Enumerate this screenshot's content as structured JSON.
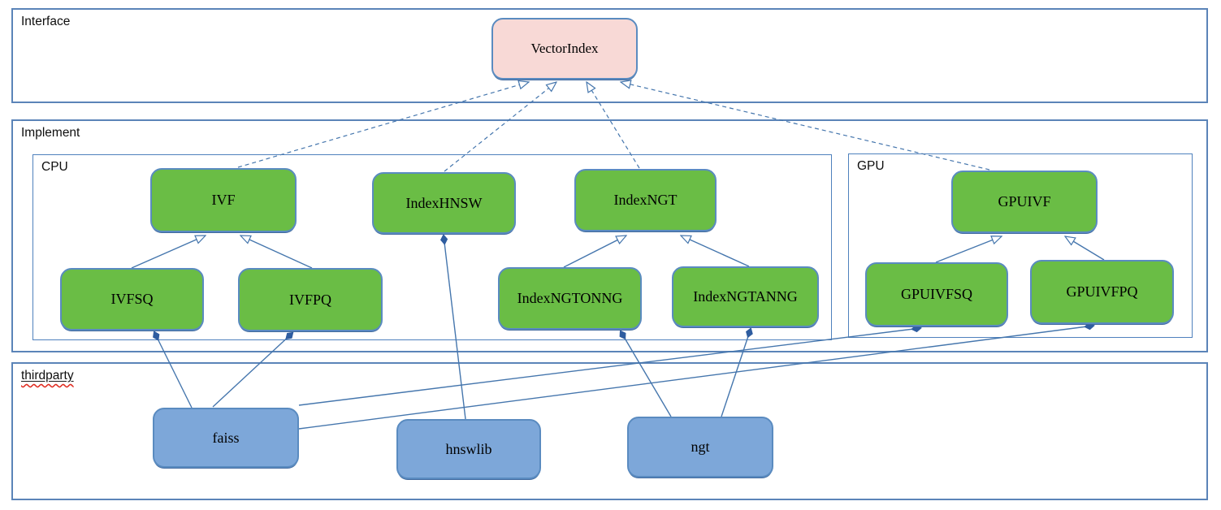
{
  "sections": {
    "interface": {
      "label": "Interface"
    },
    "implement": {
      "label": "Implement"
    },
    "cpu": {
      "label": "CPU"
    },
    "gpu": {
      "label": "GPU"
    },
    "thirdparty": {
      "label": "thirdparty"
    }
  },
  "nodes": {
    "vectorindex": {
      "label": "VectorIndex",
      "section": "interface"
    },
    "ivf": {
      "label": "IVF",
      "section": "cpu"
    },
    "indexhnsw": {
      "label": "IndexHNSW",
      "section": "cpu"
    },
    "indexngt": {
      "label": "IndexNGT",
      "section": "cpu"
    },
    "gpuivf": {
      "label": "GPUIVF",
      "section": "gpu"
    },
    "ivfsq": {
      "label": "IVFSQ",
      "section": "cpu"
    },
    "ivfpq": {
      "label": "IVFPQ",
      "section": "cpu"
    },
    "indexngtonng": {
      "label": "IndexNGTONNG",
      "section": "cpu"
    },
    "indexngtanng": {
      "label": "IndexNGTANNG",
      "section": "cpu"
    },
    "gpuivfsq": {
      "label": "GPUIVFSQ",
      "section": "gpu"
    },
    "gpuivfpq": {
      "label": "GPUIVFPQ",
      "section": "gpu"
    },
    "faiss": {
      "label": "faiss",
      "section": "thirdparty"
    },
    "hnswlib": {
      "label": "hnswlib",
      "section": "thirdparty"
    },
    "ngt": {
      "label": "ngt",
      "section": "thirdparty"
    }
  },
  "relations": {
    "realization_dashed_hollow_arrow": [
      {
        "from": "IVF",
        "to": "VectorIndex"
      },
      {
        "from": "IndexHNSW",
        "to": "VectorIndex"
      },
      {
        "from": "IndexNGT",
        "to": "VectorIndex"
      },
      {
        "from": "GPUIVF",
        "to": "VectorIndex"
      }
    ],
    "generalization_solid_hollow_arrow": [
      {
        "from": "IVFSQ",
        "to": "IVF"
      },
      {
        "from": "IVFPQ",
        "to": "IVF"
      },
      {
        "from": "IndexNGTONNG",
        "to": "IndexNGT"
      },
      {
        "from": "IndexNGTANNG",
        "to": "IndexNGT"
      },
      {
        "from": "GPUIVFSQ",
        "to": "GPUIVF"
      },
      {
        "from": "GPUIVFPQ",
        "to": "GPUIVF"
      }
    ],
    "composition_solid_filled_diamond": [
      {
        "part": "faiss",
        "owner": "IVFSQ"
      },
      {
        "part": "faiss",
        "owner": "IVFPQ"
      },
      {
        "part": "faiss",
        "owner": "GPUIVFSQ"
      },
      {
        "part": "faiss",
        "owner": "GPUIVFPQ"
      },
      {
        "part": "hnswlib",
        "owner": "IndexHNSW"
      },
      {
        "part": "ngt",
        "owner": "IndexNGTONNG"
      },
      {
        "part": "ngt",
        "owner": "IndexNGTANNG"
      }
    ]
  },
  "colors": {
    "interface_node_fill": "#f8d9d6",
    "implement_node_fill": "#6abd45",
    "thirdparty_node_fill": "#7da7d9",
    "node_border": "#5a8bc0",
    "frame_border": "#5b84b8",
    "connector": "#4576ad",
    "diamond_fill": "#2f5da0",
    "spellcheck_squiggle": "#e02b20"
  }
}
